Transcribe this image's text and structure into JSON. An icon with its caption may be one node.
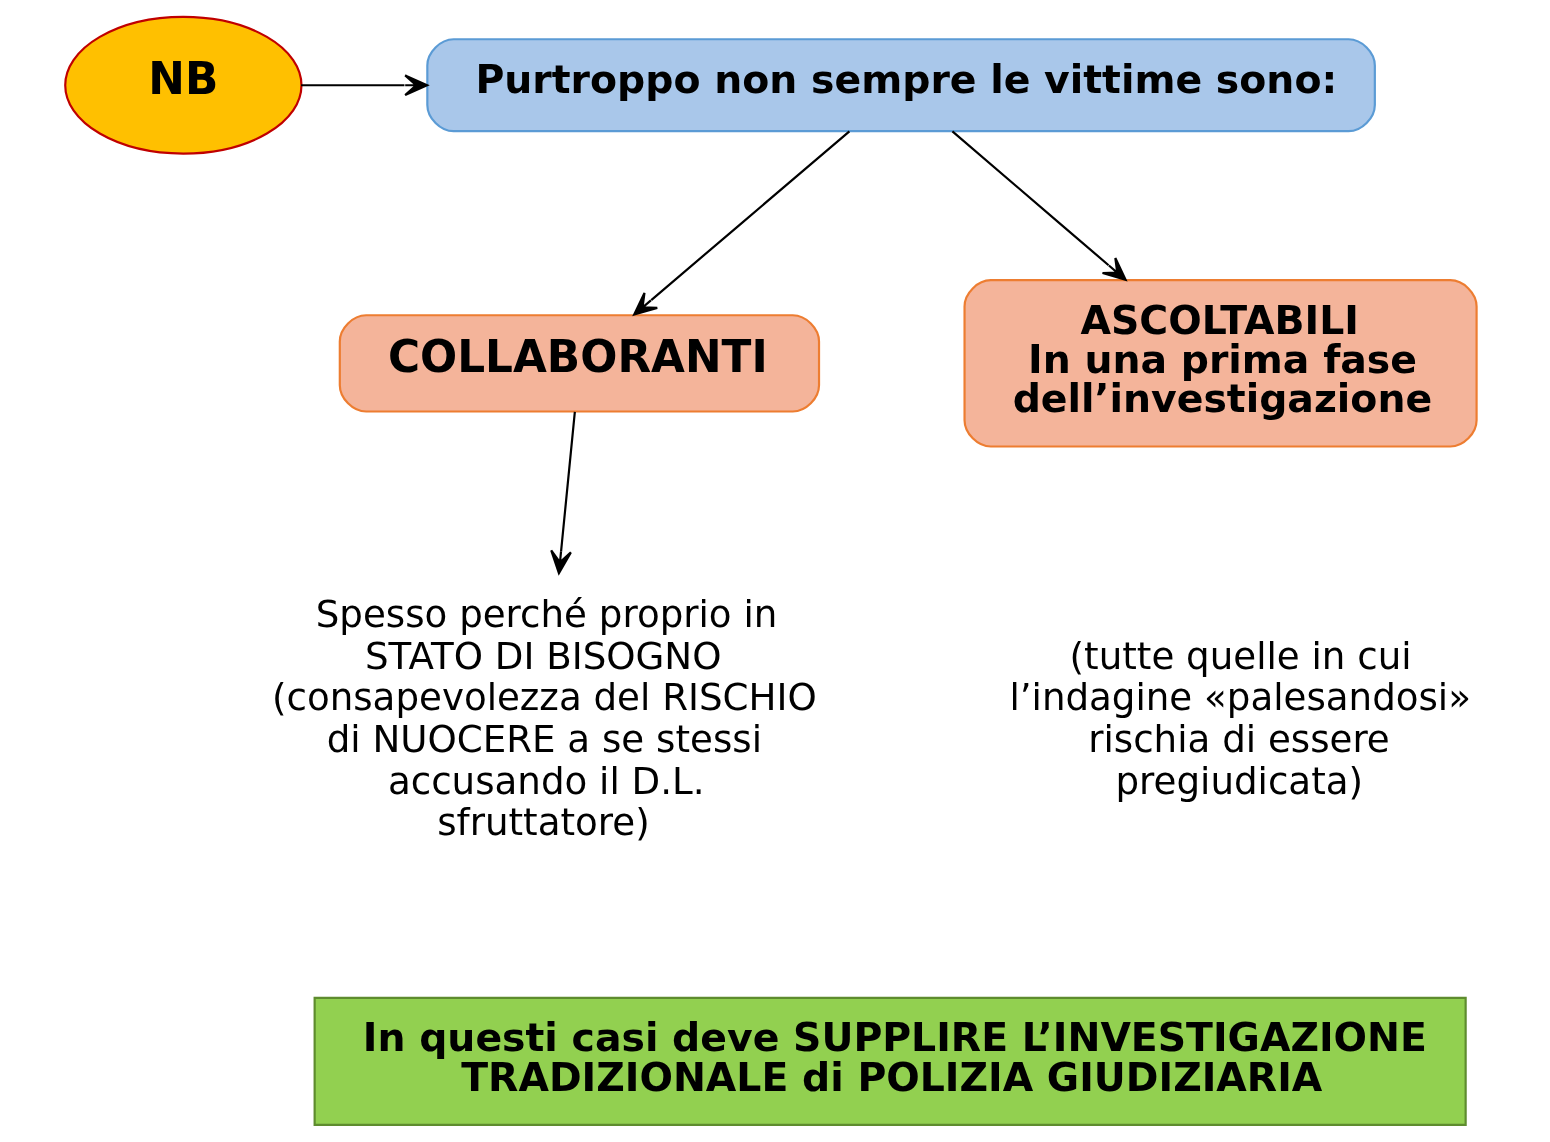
{
  "diagram": {
    "nodes": [
      {
        "text": [
          "NB"
        ]
      },
      {
        "text": [
          "Purtroppo non sempre le vittime sono:"
        ]
      },
      {
        "text": [
          "COLLABORANTI"
        ]
      },
      {
        "text": [
          "ASCOLTABILI",
          "In una prima fase dell’investigazione"
        ]
      },
      {
        "text": [
          "Spesso perché proprio in STATO DI BISOGNO (consapevolezza del RISCHIO di NUOCERE a se stessi accusando il D.L. sfruttatore)"
        ]
      },
      {
        "text": [
          "In questi casi deve SUPPLIRE L’INVESTIGAZIONE TRADIZIONALE di POLIZIA GIUDIZIARIA"
        ]
      }
    ],
    "edges": [
      {
        "from": 0,
        "to": 1,
        "arrow": "to"
      },
      {
        "from": 1,
        "to": 2,
        "arrow": "to"
      },
      {
        "from": 1,
        "to": 3,
        "arrow": "to"
      },
      {
        "from": 2,
        "to": 4,
        "arrow": "to"
      }
    ],
    "labels": [
      "(tutte quelle in cui l’indagine «palesandosi» rischia di essere pregiudicata)"
    ]
  }
}
